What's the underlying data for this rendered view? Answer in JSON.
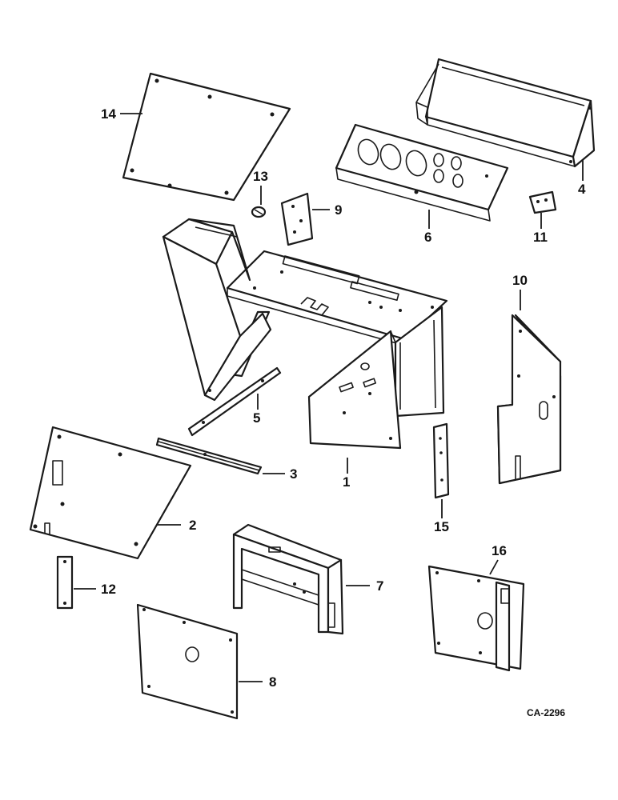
{
  "diagram": {
    "reference_code": "CA-2296",
    "callouts": {
      "c1": "1",
      "c2": "2",
      "c3": "3",
      "c4": "4",
      "c5": "5",
      "c6": "6",
      "c7": "7",
      "c8": "8",
      "c9": "9",
      "c10": "10",
      "c11": "11",
      "c12": "12",
      "c13": "13",
      "c14": "14",
      "c15": "15",
      "c16": "16"
    }
  }
}
